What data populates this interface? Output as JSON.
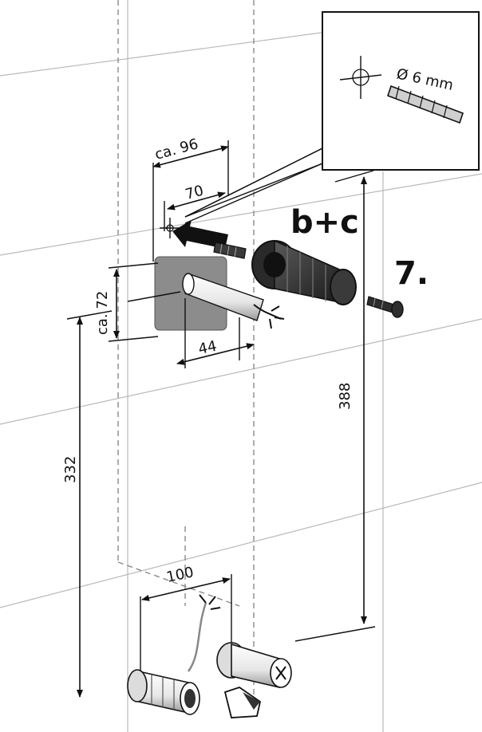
{
  "step": {
    "number": "7.",
    "parts": "b+c"
  },
  "drill": {
    "diameter_label": "Ø 6 mm"
  },
  "dimensions": {
    "width_ca": "ca. 96",
    "hole_spacing": "70",
    "height_ca": "ca. 72",
    "pipe_offset": "44",
    "height_left": "332",
    "height_right": "388",
    "valve_spacing": "100"
  }
}
